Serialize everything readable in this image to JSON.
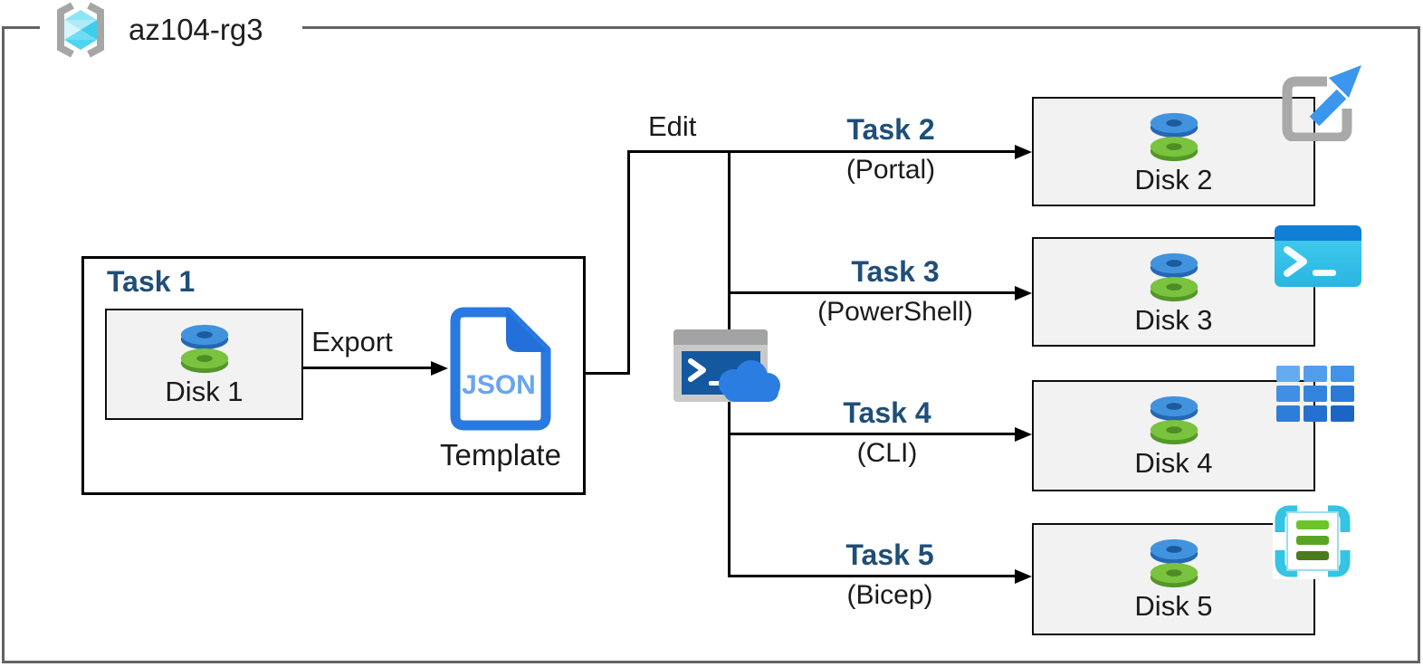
{
  "resource_group": {
    "name": "az104-rg3"
  },
  "task1": {
    "title": "Task 1",
    "disk_label": "Disk 1",
    "export_label": "Export",
    "json_label": "JSON",
    "template_label": "Template"
  },
  "edit_label": "Edit",
  "branches": [
    {
      "task": "Task 2",
      "method": "(Portal)",
      "disk_label": "Disk 2",
      "tool_icon": "azure-portal-icon"
    },
    {
      "task": "Task 3",
      "method": "(PowerShell)",
      "disk_label": "Disk 3",
      "tool_icon": "azure-powershell-icon"
    },
    {
      "task": "Task 4",
      "method": "(CLI)",
      "disk_label": "Disk 4",
      "tool_icon": "azure-cli-icon"
    },
    {
      "task": "Task 5",
      "method": "(Bicep)",
      "disk_label": "Disk 5",
      "tool_icon": "bicep-template-icon"
    }
  ],
  "icons": {
    "resource_group": "resource-group-icon",
    "managed_disk": "managed-disk-icon",
    "json_template": "json-template-icon",
    "cloud_shell": "cloud-shell-icon"
  },
  "colors": {
    "task_label_navy": "#1f4e79",
    "line_black": "#000000",
    "box_fill_gray": "#f2f2f2",
    "outer_border_gray": "#636363",
    "json_blue": "#2979e0",
    "json_text_blue": "#6aa5ee",
    "portal_arrow_blue": "#3b96ee",
    "powershell_cyan": "#35c3e9",
    "powershell_bar_blue": "#0f7fd8",
    "cli_blue": "#2e7dd8",
    "bicep_cyan": "#35c4e4",
    "bicep_green": "#6cc428",
    "cloud_blue": "#2b7de1",
    "disk_blue": "#4293de",
    "disk_green": "#79c33f",
    "rg_cube_cyan": "#50d2f0"
  }
}
